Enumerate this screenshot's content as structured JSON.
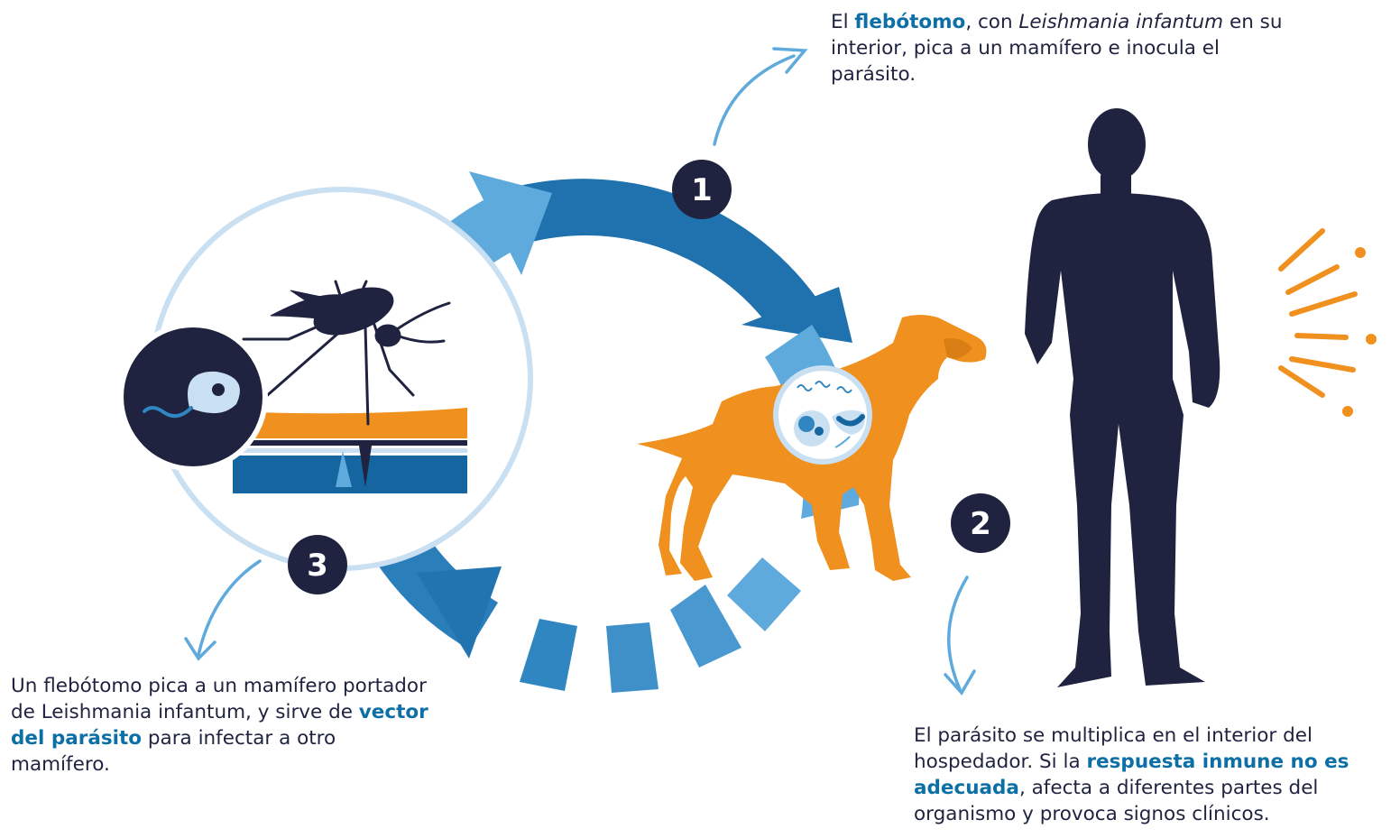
{
  "colors": {
    "navy": "#1f2340",
    "blue_dark": "#1565a0",
    "blue_mid": "#2f86c0",
    "blue_light": "#5faadc",
    "blue_pale": "#c9dff2",
    "orange": "#f0901e",
    "highlight_text": "#0c6fa5"
  },
  "icons": {
    "host": "human-silhouette-icon",
    "reservoir": "dog-silhouette-icon",
    "vector": "sandfly-icon",
    "parasite": "leishmania-promastigote-icon",
    "infected_cells": "amastigote-cells-icon",
    "symptoms": "radiating-lines-icon"
  },
  "steps": [
    {
      "number": "1",
      "text": {
        "p1": "El ",
        "h1": "flebótomo",
        "p2": ", con ",
        "em": "Leishmania infantum",
        "p3": " en su interior, pica a un mamífero e inocula el parásito."
      }
    },
    {
      "number": "2",
      "text": {
        "p1": "El parásito se multiplica en el interior del hospedador. Si la ",
        "h1": "respuesta inmune no es adecuada",
        "p2": ", afecta a diferentes partes del organismo y provoca signos clínicos."
      }
    },
    {
      "number": "3",
      "text": {
        "p1": "Un flebótomo pica a un mamífero portador de Leishmania infantum, y sirve de ",
        "h1": "vector del parásito",
        "p2": " para infectar a otro mamífero."
      }
    }
  ]
}
